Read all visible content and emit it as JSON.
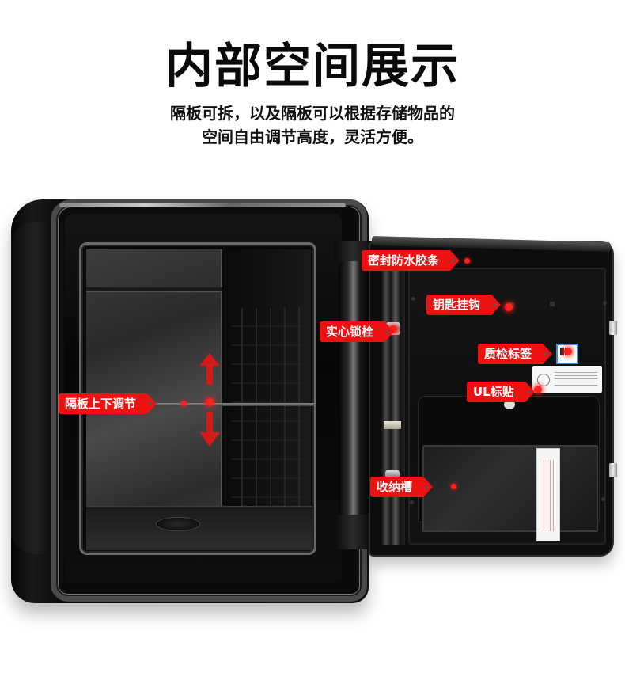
{
  "header": {
    "title": "内部空间展示",
    "subtitle_line1": "隔板可拆，以及隔板可以根据存储物品的",
    "subtitle_line2": "空间自由调节高度，灵活方便。"
  },
  "callouts": [
    {
      "id": "seal",
      "label": "密封防水胶条"
    },
    {
      "id": "key-hook",
      "label": "钥匙挂钩"
    },
    {
      "id": "bolt",
      "label": "实心锁栓"
    },
    {
      "id": "qc-tag",
      "label": "质检标签"
    },
    {
      "id": "ul-sticker",
      "label": "UL标贴"
    },
    {
      "id": "shelf",
      "label": "隔板上下调节"
    },
    {
      "id": "storage",
      "label": "收纳槽"
    }
  ],
  "colors": {
    "callout_bg": "#ee1111",
    "callout_text": "#ffffff",
    "arrow": "#d61a1a",
    "safe_body": "#0d0d0d",
    "background": "#ffffff"
  }
}
